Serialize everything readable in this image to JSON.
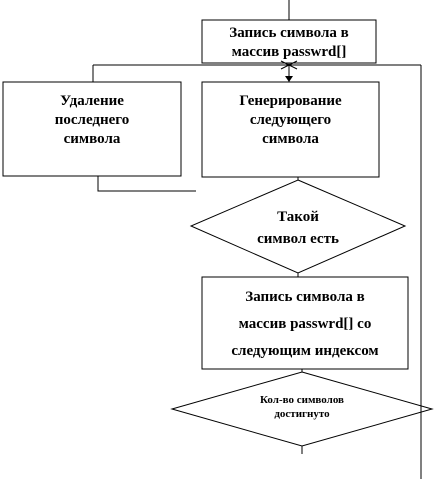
{
  "diagram": {
    "nodes": {
      "write_symbol": "Запись символа в\nмассив passwrd[]",
      "delete_last": "Удаление\nпоследнего\nсимвола",
      "generate_next": "Генерирование\nследующего\nсимвола",
      "symbol_exists": "Такой\nсимвол есть",
      "write_next_index": "Запись символа в\nмассив passwrd[] со\nследующим индексом",
      "count_reached": "Кол-во символов\nдостигнуто"
    }
  }
}
